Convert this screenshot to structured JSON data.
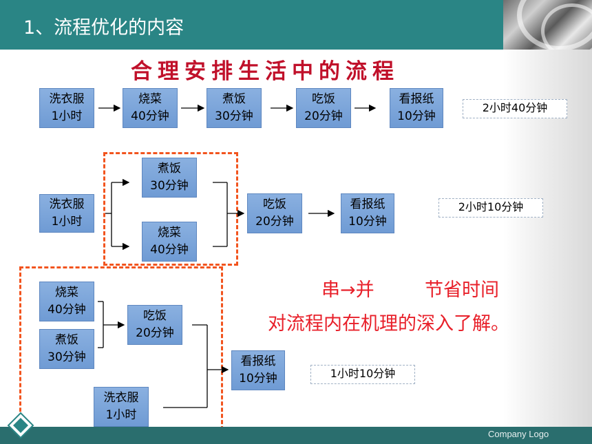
{
  "header": {
    "title": "1、流程优化的内容"
  },
  "subtitle": "合理安排生活中的流程",
  "row1": {
    "steps": [
      {
        "name": "洗衣服",
        "time": "1小时"
      },
      {
        "name": "烧菜",
        "time": "40分钟"
      },
      {
        "name": "煮饭",
        "time": "30分钟"
      },
      {
        "name": "吃饭",
        "time": "20分钟"
      },
      {
        "name": "看报纸",
        "time": "10分钟"
      }
    ],
    "total": "2小时40分钟"
  },
  "row2": {
    "steps": [
      {
        "name": "洗衣服",
        "time": "1小时"
      },
      {
        "name": "煮饭",
        "time": "30分钟"
      },
      {
        "name": "烧菜",
        "time": "40分钟"
      },
      {
        "name": "吃饭",
        "time": "20分钟"
      },
      {
        "name": "看报纸",
        "time": "10分钟"
      }
    ],
    "total": "2小时10分钟"
  },
  "row3": {
    "steps": [
      {
        "name": "烧菜",
        "time": "40分钟"
      },
      {
        "name": "煮饭",
        "time": "30分钟"
      },
      {
        "name": "吃饭",
        "time": "20分钟"
      },
      {
        "name": "洗衣服",
        "time": "1小时"
      },
      {
        "name": "看报纸",
        "time": "10分钟"
      }
    ],
    "total": "1小时10分钟"
  },
  "highlight": {
    "line1_a": "串→并",
    "line1_b": "节省时间",
    "line2": "对流程内在机理的深入了解。"
  },
  "footer": {
    "logo_text": "Company Logo"
  },
  "colors": {
    "header": "#2a8585",
    "box": "#7aa3d8",
    "dashed": "#f2541e",
    "highlight": "#e8202a",
    "footer": "#2a6e6e"
  }
}
